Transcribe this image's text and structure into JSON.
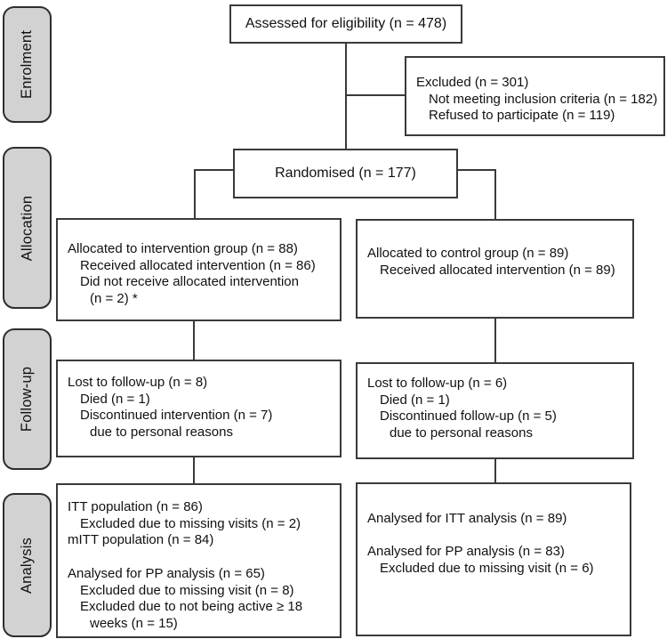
{
  "style": {
    "stage_fill": "#d2d2d2",
    "box_border": "#3a3a3a",
    "line_color": "#3a3a3a",
    "background": "#ffffff"
  },
  "stages": [
    {
      "label": "Enrolment"
    },
    {
      "label": "Allocation"
    },
    {
      "label": "Follow-up"
    },
    {
      "label": "Analysis"
    }
  ],
  "boxes": {
    "assessed": {
      "lines": [
        {
          "text": "Assessed for eligibility (n = 478)"
        }
      ]
    },
    "excluded": {
      "lines": [
        {
          "text": "Excluded (n = 301)"
        },
        {
          "text": "Not meeting inclusion criteria (n = 182)"
        },
        {
          "text": "Refused to participate (n = 119)"
        }
      ]
    },
    "randomised": {
      "lines": [
        {
          "text": "Randomised (n = 177)"
        }
      ]
    },
    "alloc_intervention": {
      "lines": [
        {
          "text": "Allocated to intervention group (n = 88)"
        },
        {
          "text": "Received allocated intervention (n = 86)"
        },
        {
          "text": "Did not receive allocated intervention"
        },
        {
          "text": "(n = 2) *"
        }
      ]
    },
    "alloc_control": {
      "lines": [
        {
          "text": "Allocated to control group (n = 89)"
        },
        {
          "text": "Received allocated intervention (n = 89)"
        }
      ]
    },
    "followup_intervention": {
      "lines": [
        {
          "text": "Lost to follow-up (n = 8)"
        },
        {
          "text": "Died (n = 1)"
        },
        {
          "text": "Discontinued intervention (n = 7)"
        },
        {
          "text": "due to personal reasons"
        }
      ]
    },
    "followup_control": {
      "lines": [
        {
          "text": "Lost to follow-up (n = 6)"
        },
        {
          "text": "Died (n = 1)"
        },
        {
          "text": "Discontinued follow-up (n = 5)"
        },
        {
          "text": "due to personal reasons"
        }
      ]
    },
    "analysis_intervention": {
      "lines": [
        {
          "text": "ITT population (n = 86)"
        },
        {
          "text": "Excluded due to missing visits (n = 2)"
        },
        {
          "text": "mITT population (n = 84)"
        },
        {
          "text": ""
        },
        {
          "text": "Analysed for PP analysis (n = 65)"
        },
        {
          "text": "Excluded due to missing visit (n = 8)"
        },
        {
          "text": "Excluded due to not being active ≥ 18"
        },
        {
          "text": "weeks (n = 15)"
        }
      ]
    },
    "analysis_control": {
      "lines": [
        {
          "text": "Analysed for ITT analysis (n = 89)"
        },
        {
          "text": ""
        },
        {
          "text": "Analysed for PP analysis (n = 83)"
        },
        {
          "text": "Excluded due to missing visit (n = 6)"
        }
      ]
    }
  }
}
